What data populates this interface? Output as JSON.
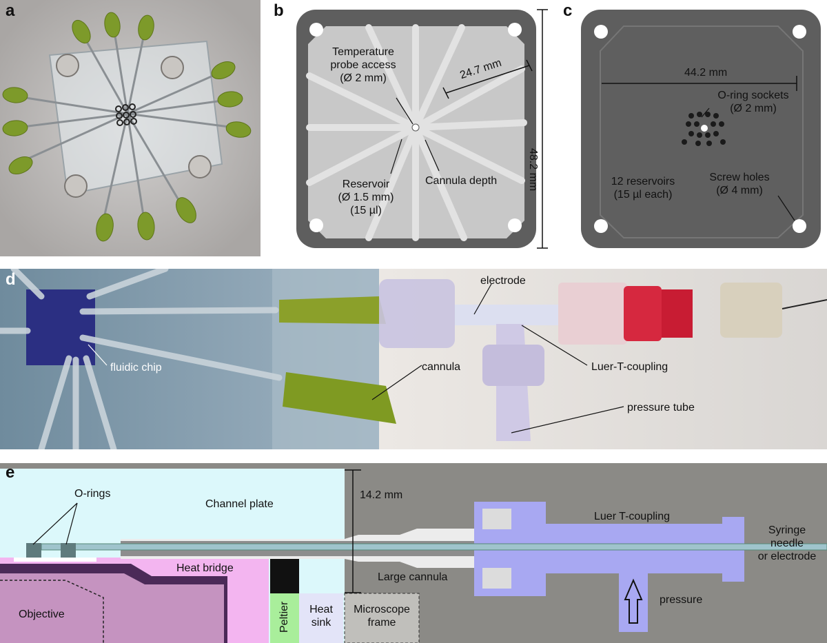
{
  "panels": {
    "a": {
      "label": "a"
    },
    "b": {
      "label": "b",
      "temperature_probe": [
        "Temperature",
        "probe access",
        "(Ø 2 mm)"
      ],
      "channel_length": "24.7 mm",
      "reservoir": [
        "Reservoir",
        "(Ø 1.5 mm)",
        "(15 µl)"
      ],
      "cannula_depth": "Cannula depth",
      "plate_height": "48.2 mm"
    },
    "c": {
      "label": "c",
      "width": "44.2 mm",
      "oring_sockets": [
        "O-ring sockets",
        "(Ø 2 mm)"
      ],
      "reservoirs": [
        "12 reservoirs",
        "(15 µl each)"
      ],
      "screw_holes": [
        "Screw holes",
        "(Ø 4 mm)"
      ]
    },
    "d": {
      "label": "d",
      "electrode": "electrode",
      "fluidic_chip": "fluidic chip",
      "cannula": "cannula",
      "luer_t": "Luer-T-coupling",
      "pressure_tube": "pressure tube"
    },
    "e": {
      "label": "e",
      "o_rings": "O-rings",
      "channel_plate": "Channel plate",
      "height": "14.2 mm",
      "luer_t": "Luer T-coupling",
      "syringe": [
        "Syringe",
        "needle",
        "or electrode"
      ],
      "heat_bridge": "Heat bridge",
      "large_cannula": "Large cannula",
      "pressure": "pressure",
      "objective": "Objective",
      "peltier": "Peltier",
      "heat_sink": [
        "Heat",
        "sink"
      ],
      "microscope_frame": [
        "Microscope",
        "frame"
      ]
    }
  },
  "colors": {
    "photo_bg": "#b9b6b4",
    "cad_dark": "#5e5e5e",
    "cad_light": "#c9c9c9",
    "channel_plate": "#dcf8fb",
    "heat_bridge": "#f3b5f0",
    "luer": "#a8a8f2",
    "peltier": "#a9ee9b",
    "gray_right": "#8b8a86"
  }
}
